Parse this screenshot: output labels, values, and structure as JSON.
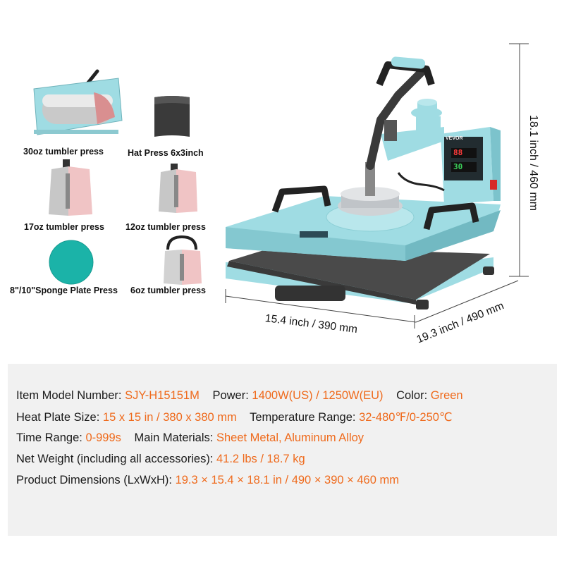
{
  "accessories": [
    {
      "id": "mug30",
      "label": "30oz tumbler press",
      "icon": "mug-press-30oz-icon"
    },
    {
      "id": "hat",
      "label": "Hat Press 6x3inch",
      "icon": "hat-press-icon"
    },
    {
      "id": "mug17",
      "label": "17oz tumbler press",
      "icon": "mug-press-17oz-icon"
    },
    {
      "id": "mug12",
      "label": "12oz tumbler press",
      "icon": "mug-press-12oz-icon"
    },
    {
      "id": "sponge",
      "label": "8\"/10\"Sponge Plate Press",
      "icon": "sponge-plate-icon"
    },
    {
      "id": "mug6",
      "label": "6oz tumbler press",
      "icon": "mug-press-6oz-icon"
    }
  ],
  "product": {
    "brand": "VEVOR",
    "display_top": "88",
    "display_bottom": "30",
    "dimensions": {
      "height": "18.1 inch / 460 mm",
      "width": "15.4 inch / 390 mm",
      "depth": "19.3 inch / 490 mm"
    }
  },
  "specs": {
    "row1": [
      {
        "label": "Item Model Number:",
        "value": "SJY-H15151M"
      },
      {
        "label": "Power:",
        "value": "1400W(US) / 1250W(EU)"
      },
      {
        "label": "Color:",
        "value": "Green"
      }
    ],
    "row2": [
      {
        "label": "Heat Plate Size:",
        "value": "15 x 15 in / 380 x 380 mm"
      },
      {
        "label": "Temperature Range:",
        "value": "32-480℉/0-250℃"
      }
    ],
    "row3": [
      {
        "label": "Time Range:",
        "value": "0-999s"
      },
      {
        "label": "Main Materials:",
        "value": "Sheet Metal, Aluminum Alloy"
      }
    ],
    "row4": [
      {
        "label": "Net Weight (including all accessories):",
        "value": "41.2 lbs / 18.7 kg"
      }
    ],
    "row5": [
      {
        "label": "Product Dimensions (LxWxH):",
        "value": "19.3 × 15.4 × 18.1 in / 490 × 390 × 460 mm"
      }
    ]
  },
  "colors": {
    "machine": "#9fdce3",
    "machine_dark": "#7cc3cc",
    "accent_value": "#ef6a1c",
    "sponge": "#1bb3a8",
    "panel_bg": "#f1f1f1"
  }
}
